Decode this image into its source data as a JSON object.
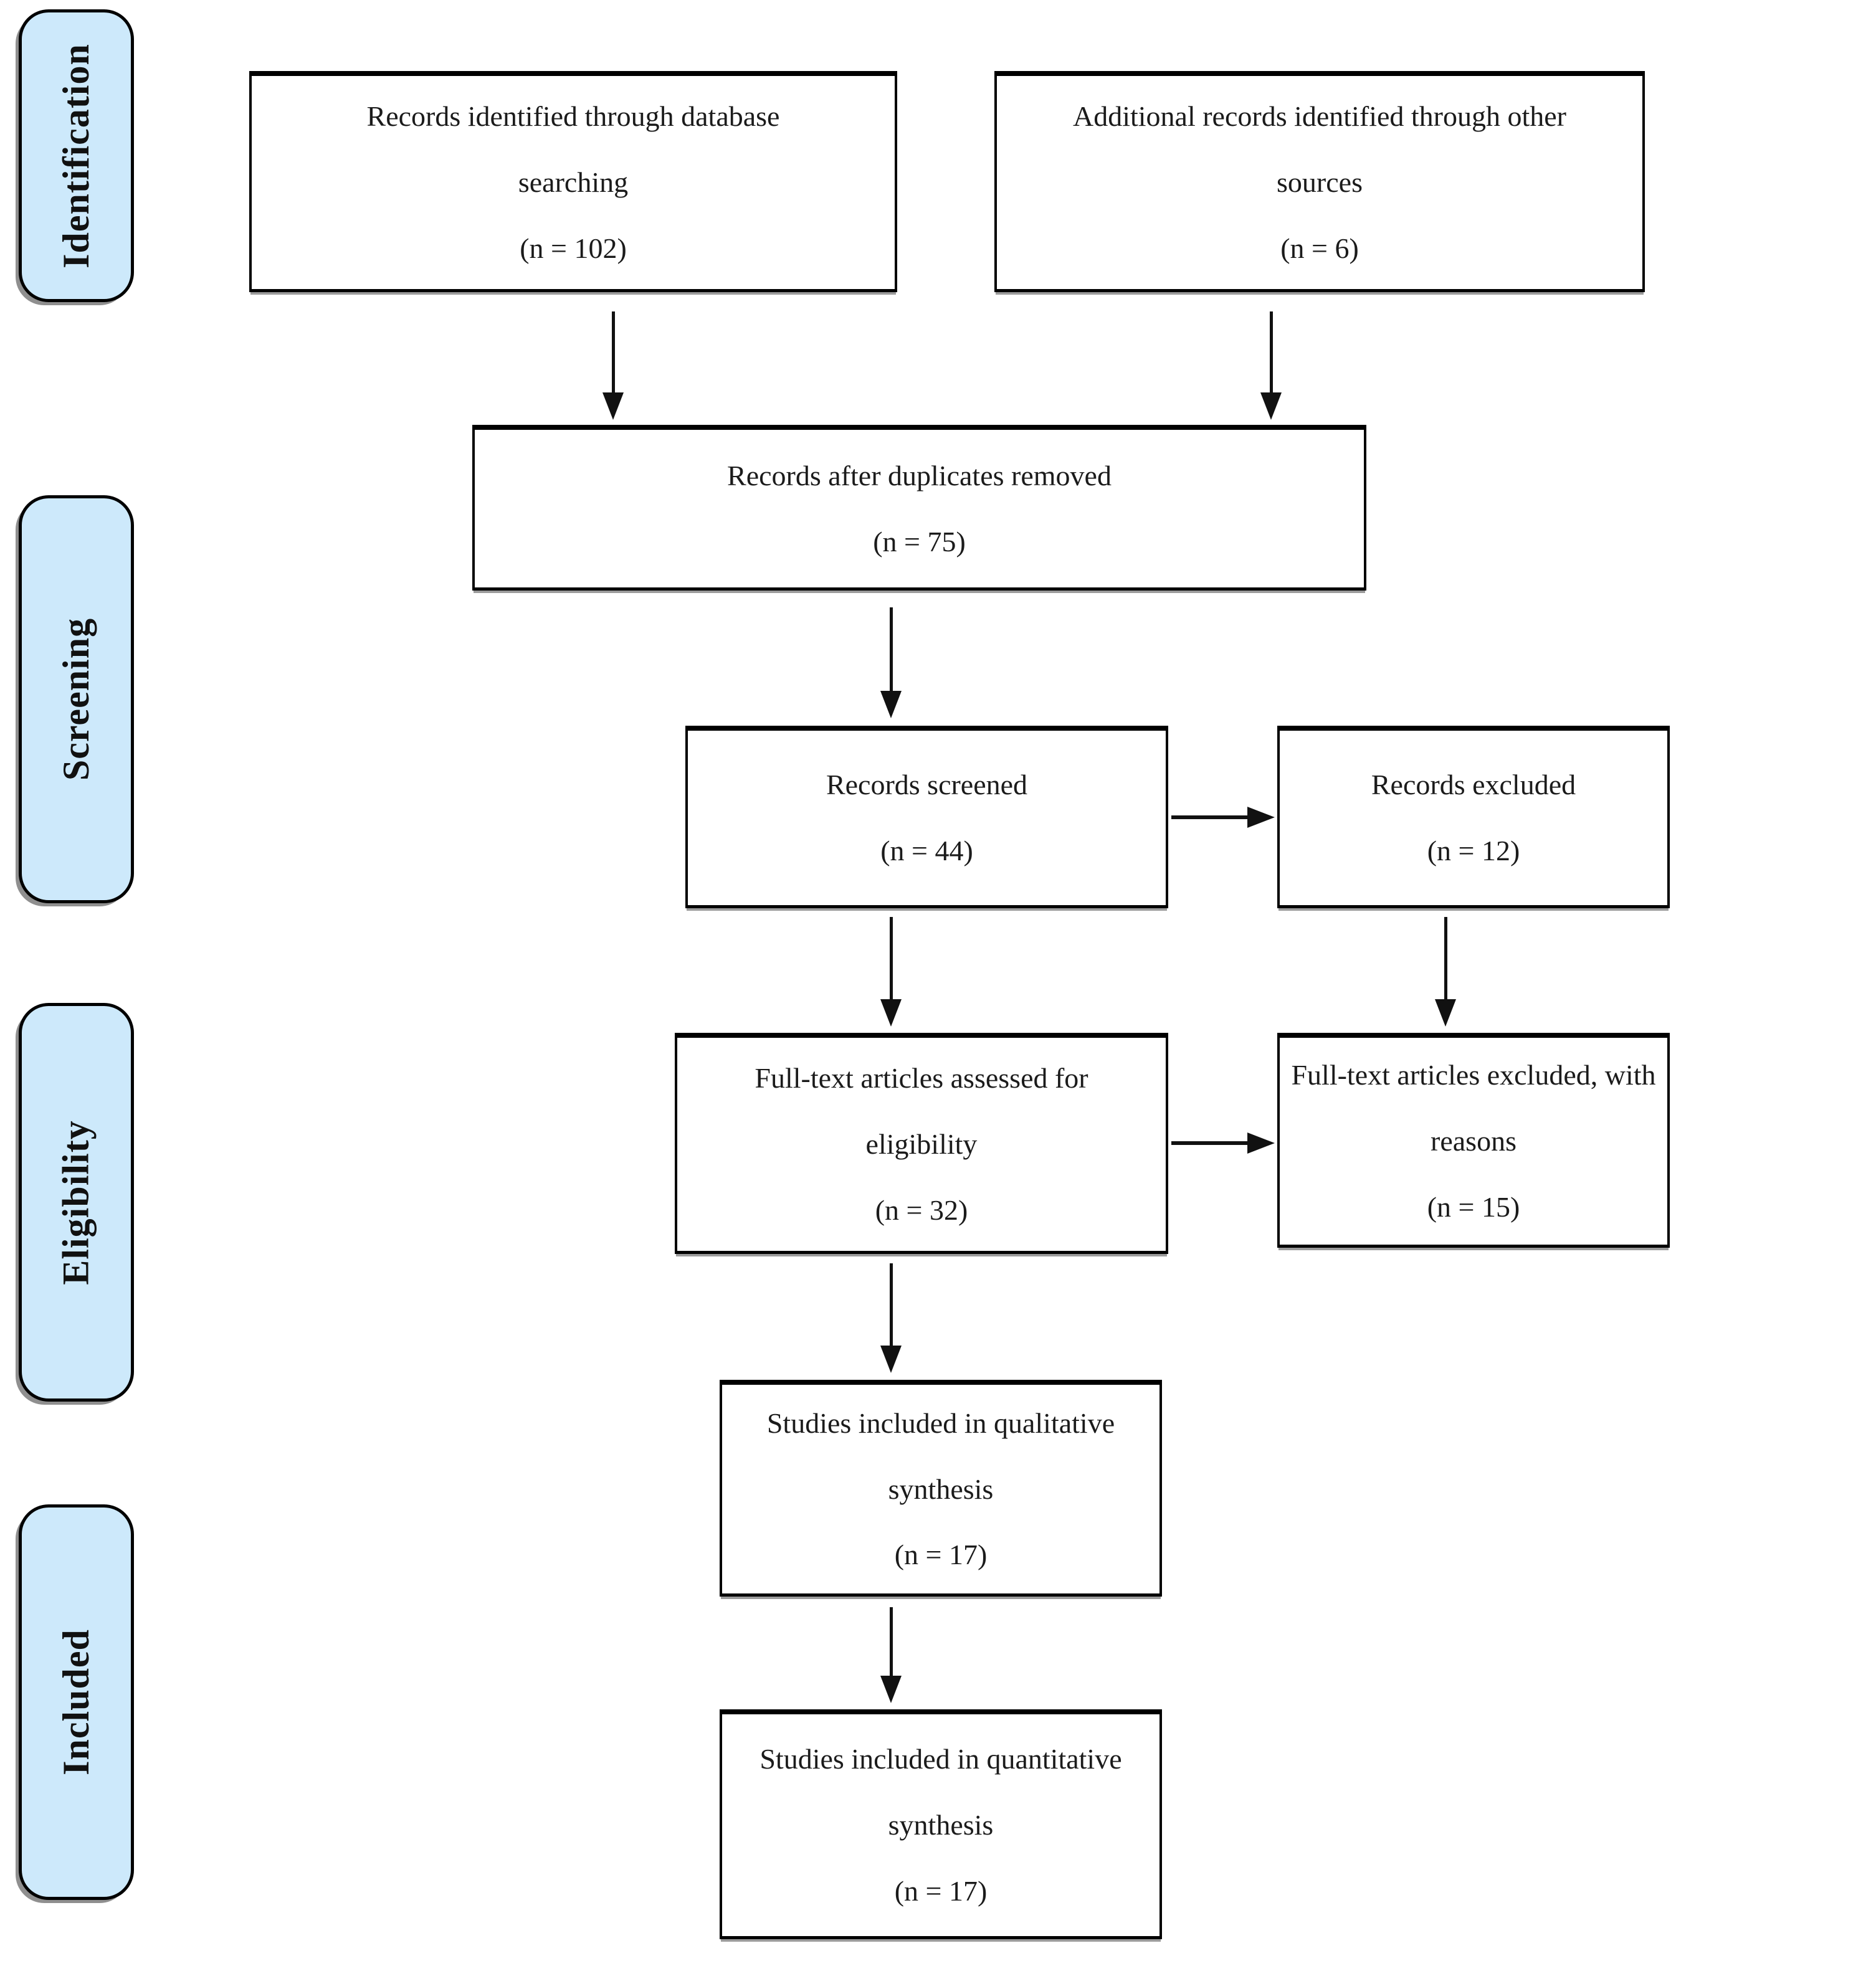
{
  "stages": {
    "identification": {
      "label": "Identification"
    },
    "screening": {
      "label": "Screening"
    },
    "eligibility": {
      "label": "Eligibility"
    },
    "included": {
      "label": "Included"
    }
  },
  "boxes": {
    "records_database": {
      "lines": [
        "Records identified through database",
        "searching",
        "(n = 102)"
      ],
      "n": 102
    },
    "records_other": {
      "lines": [
        "Additional records identified through other",
        "sources",
        "(n = 6)"
      ],
      "n": 6
    },
    "duplicates_removed": {
      "lines": [
        "Records after duplicates removed",
        "(n = 75)"
      ],
      "n": 75
    },
    "records_screened": {
      "lines": [
        "Records screened",
        "(n = 44)"
      ],
      "n": 44
    },
    "records_excluded": {
      "lines": [
        "Records excluded",
        "(n = 12)"
      ],
      "n": 12
    },
    "fulltext_assessed": {
      "lines": [
        "Full-text articles assessed for",
        "eligibility",
        "(n = 32)"
      ],
      "n": 32
    },
    "fulltext_excluded": {
      "lines": [
        "Full-text articles excluded, with",
        "reasons",
        "(n = 15)"
      ],
      "n": 15
    },
    "qualitative_synthesis": {
      "lines": [
        "Studies included in qualitative",
        "synthesis",
        "(n = 17)"
      ],
      "n": 17
    },
    "quantitative_synthesis": {
      "lines": [
        "Studies included in quantitative",
        "synthesis",
        "(n = 17)"
      ],
      "n": 17
    }
  },
  "edges": [
    {
      "from": "records_database",
      "to": "duplicates_removed"
    },
    {
      "from": "records_other",
      "to": "duplicates_removed"
    },
    {
      "from": "duplicates_removed",
      "to": "records_screened"
    },
    {
      "from": "records_screened",
      "to": "records_excluded"
    },
    {
      "from": "records_screened",
      "to": "fulltext_assessed"
    },
    {
      "from": "records_excluded",
      "to": "fulltext_excluded"
    },
    {
      "from": "fulltext_assessed",
      "to": "fulltext_excluded"
    },
    {
      "from": "fulltext_assessed",
      "to": "qualitative_synthesis"
    },
    {
      "from": "qualitative_synthesis",
      "to": "quantitative_synthesis"
    }
  ],
  "colors": {
    "stage_fill": "#cde9fb",
    "border": "#000000",
    "arrow": "#111111",
    "shadow": "#8f8f8f",
    "background": "#ffffff"
  }
}
